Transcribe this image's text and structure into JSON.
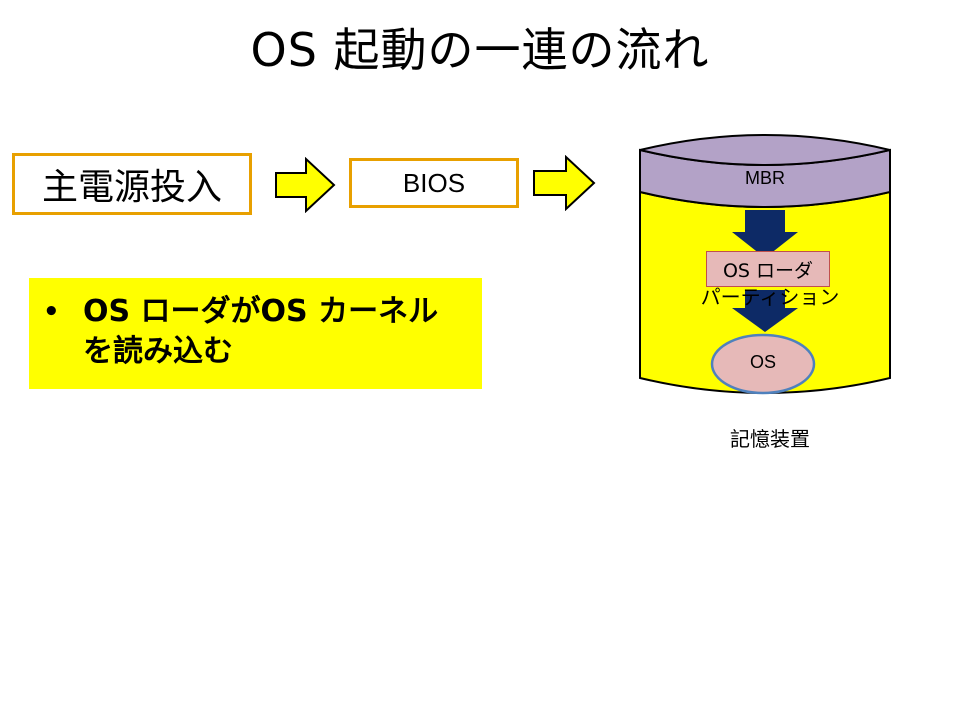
{
  "title": "OS 起動の一連の流れ",
  "flow": {
    "power_on": "主電源投入",
    "bios": "BIOS"
  },
  "callout": {
    "bullet": "•",
    "line1": "OS ローダがOS カーネル",
    "line2": "を読み込む"
  },
  "storage": {
    "mbr": "MBR",
    "partition": "パーティション",
    "loader": "OS ローダ",
    "os": "OS",
    "device_label": "記憶装置"
  },
  "colors": {
    "box_border": "#e8a000",
    "arrow_fill": "#ffff00",
    "drum_body": "#ffff00",
    "drum_top": "#b3a2c7",
    "down_arrow": "#0d2a66",
    "loader_fill": "#e6b9b8",
    "os_fill": "#e6b9b8",
    "os_border": "#4f81bd"
  }
}
